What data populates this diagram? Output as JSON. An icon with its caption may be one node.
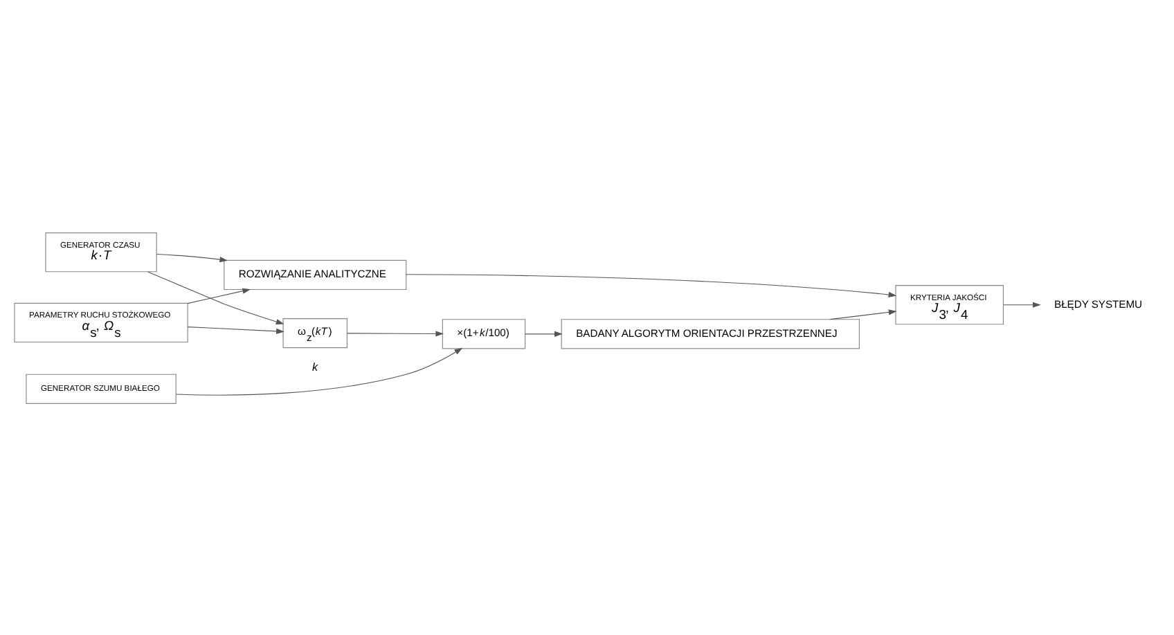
{
  "diagram": {
    "nodes": [
      {
        "text": [
          "PARAMETRY RUCHU STOŻKOWEGO",
          "*α*$_{s}$, *Ω*$_{s}$"
        ]
      },
      {
        "text": [
          "GENERATOR CZASU",
          "*k*·*T*"
        ]
      },
      {
        "text": [
          "ROZWIĄZANIE ANALITYCZNE"
        ]
      },
      {
        "text": [
          "KRYTERIA JAKOŚCI",
          "*J*$_{3}$, *J*$_{4}$"
        ]
      },
      {
        "text": [
          "BŁĘDY SYSTEMU"
        ]
      },
      {
        "text": [
          "ω$_{z}$(*kT*)"
        ]
      },
      {
        "text": [
          "×(1+*k*/100)"
        ]
      },
      {
        "text": [
          "BADANY ALGORYTM ORIENTACJI PRZESTRZENNEJ"
        ]
      },
      {
        "text": [
          "GENERATOR SZUMU BIAŁEGO"
        ]
      }
    ],
    "edges": [
      {
        "from": 0,
        "to": 2,
        "arrow": "to"
      },
      {
        "from": 1,
        "to": 2,
        "arrow": "to"
      },
      {
        "from": 2,
        "to": 3,
        "arrow": "to"
      },
      {
        "from": 3,
        "to": 4,
        "arrow": "to"
      },
      {
        "from": 0,
        "to": 5,
        "arrow": "to"
      },
      {
        "from": 1,
        "to": 5,
        "arrow": "to"
      },
      {
        "from": 5,
        "to": 6,
        "arrow": "to"
      },
      {
        "from": 6,
        "to": 7,
        "arrow": "to"
      },
      {
        "from": 7,
        "to": 3,
        "arrow": "to"
      },
      {
        "from": 8,
        "to": 6,
        "arrow": "to",
        "label": "*k*"
      }
    ]
  }
}
